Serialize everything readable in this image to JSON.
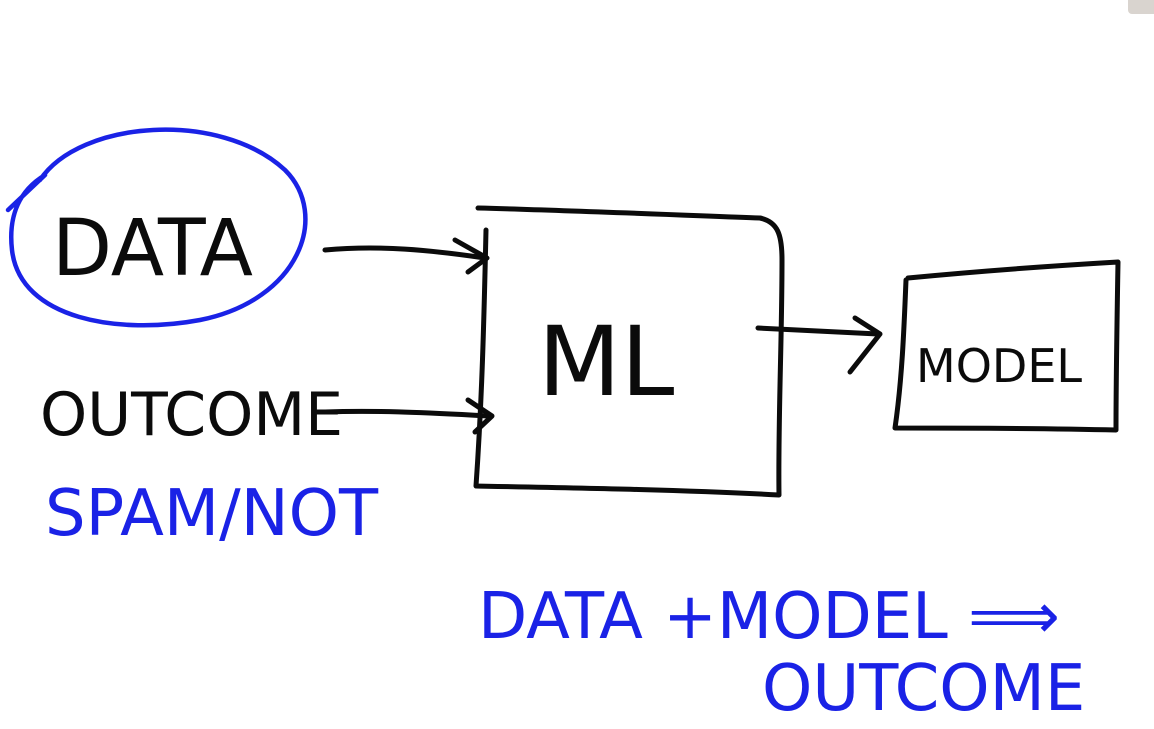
{
  "labels": {
    "data": "DATA",
    "outcome": "OUTCOME",
    "spam_not": "SPAM/NOT",
    "ml": "ML",
    "model": "MODEL",
    "equation_line1": "DATA +MODEL ⟹",
    "equation_line2": "OUTCOME"
  },
  "colors": {
    "ink_black": "#0b0b0b",
    "ink_blue": "#1a22e6",
    "background": "#ffffff"
  }
}
